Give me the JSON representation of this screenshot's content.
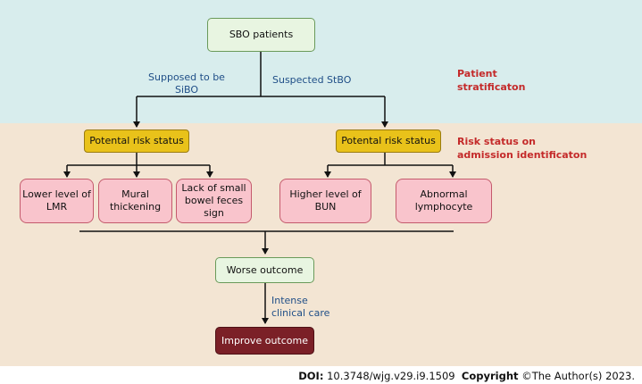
{
  "nodes": {
    "sbo": "SBO patients",
    "risk_left": "Potental risk status",
    "risk_right": "Potental risk status",
    "lmr": "Lower level of LMR",
    "mural": "Mural thickening",
    "feces": "Lack of small bowel feces sign",
    "bun": "Higher level of BUN",
    "lymph": "Abnormal lymphocyte",
    "worse": "Worse outcome",
    "improve": "Improve outcome"
  },
  "edge_labels": {
    "sibo": "Supposed to be SiBO",
    "stbo": "Suspected StBO",
    "intense": "Intense clinical care"
  },
  "side_labels": {
    "patient_strat": "Patient stratificaton",
    "risk_admission": "Risk status on admission identificaton"
  },
  "footer": {
    "doi_label": "DOI:",
    "doi_value": "10.3748/wjg.v29.i9.1509",
    "copyright_label": "Copyright",
    "copyright_value": "©The Author(s) 2023."
  },
  "colors": {
    "top_band": "#d8eded",
    "bottom_band": "#f3e5d3",
    "green_box": "#e8f5e1",
    "yellow_box": "#e9c21a",
    "pink_box": "#f9c4cc",
    "maroon_box": "#7b2027",
    "blue_label": "#1f4e87",
    "red_label": "#c42a2a"
  }
}
